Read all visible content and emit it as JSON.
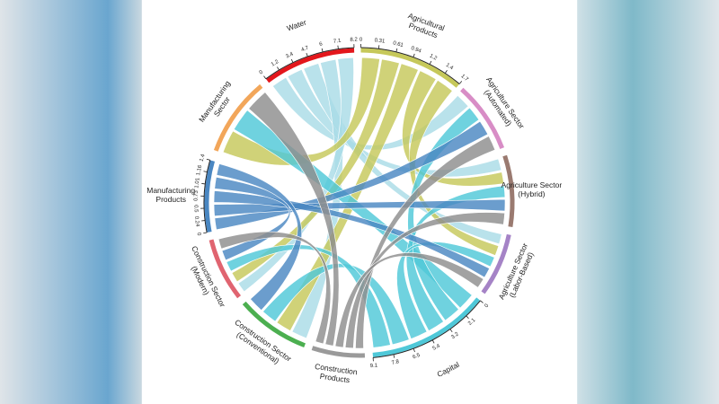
{
  "chart_data": {
    "type": "chord",
    "segments": [
      {
        "name": "Water",
        "label": [
          "Water"
        ],
        "color": "#e3171c",
        "ribbon": "#a9dce6",
        "start": 323,
        "end": 358,
        "ticks": [
          "0",
          "1.2",
          "3.4",
          "4.7",
          "6",
          "7.1",
          "8.2"
        ]
      },
      {
        "name": "Agricultural Products",
        "label": [
          "Agricultural",
          "Products"
        ],
        "color": "#c6c85a",
        "ribbon": "#c6c85a",
        "start": 0.5,
        "end": 40,
        "ticks": [
          "0",
          "0.31",
          "0.61",
          "0.94",
          "1.2",
          "1.4",
          "1.7"
        ]
      },
      {
        "name": "Agriculture Sector (Automated)",
        "label": [
          "Agriculture Sector",
          "(Automated)"
        ],
        "color": "#d88dc6",
        "start": 42,
        "end": 69,
        "ticks": []
      },
      {
        "name": "Agriculture Sector (Hybrid)",
        "label": [
          "Agriculture Sector",
          "(Hybrid)"
        ],
        "color": "#9a7a70",
        "start": 72,
        "end": 99,
        "ticks": []
      },
      {
        "name": "Agriculture Sector (Labor-Based)",
        "label": [
          "Agriculture Sector",
          "(Labor-Based)"
        ],
        "color": "#a583c6",
        "start": 102,
        "end": 126,
        "ticks": []
      },
      {
        "name": "Capital",
        "label": [
          "Capital"
        ],
        "color": "#4fc8d8",
        "ribbon": "#4fc8d8",
        "start": 129,
        "end": 175,
        "ticks": [
          "0",
          "2.1",
          "3.2",
          "5.4",
          "6.5",
          "7.8",
          "9.1"
        ]
      },
      {
        "name": "Construction Products",
        "label": [
          "Construction",
          "Products"
        ],
        "color": "#9a9a9a",
        "ribbon": "#8e8e8e",
        "start": 178,
        "end": 198,
        "ticks": []
      },
      {
        "name": "Construction Sector (Conventional)",
        "label": [
          "Construction Sector",
          "(Conventional)"
        ],
        "color": "#4caf50",
        "start": 201,
        "end": 229,
        "ticks": []
      },
      {
        "name": "Construction Sector (Modern)",
        "label": [
          "Construction Sector",
          "(Modern)"
        ],
        "color": "#e06470",
        "start": 232,
        "end": 256,
        "ticks": []
      },
      {
        "name": "Manufacturing Products",
        "label": [
          "Manufacturing",
          "Products"
        ],
        "color": "#4a87c2",
        "ribbon": "#4a87c2",
        "start": 259,
        "end": 286,
        "ticks": [
          "0",
          "0.24",
          "0.5",
          "0.73",
          "1.01",
          "1.16",
          "1.4"
        ]
      },
      {
        "name": "Manufacturing Sector",
        "label": [
          "Manufacturing",
          "Sector"
        ],
        "color": "#f2a65a",
        "start": 290,
        "end": 320,
        "ticks": []
      }
    ],
    "flows": [
      [
        "Water",
        "Agriculture Sector (Automated)"
      ],
      [
        "Water",
        "Agriculture Sector (Hybrid)"
      ],
      [
        "Water",
        "Agriculture Sector (Labor-Based)"
      ],
      [
        "Water",
        "Construction Sector (Conventional)"
      ],
      [
        "Water",
        "Construction Sector (Modern)"
      ],
      [
        "Agricultural Products",
        "Manufacturing Sector"
      ],
      [
        "Agricultural Products",
        "Construction Sector (Modern)"
      ],
      [
        "Agricultural Products",
        "Construction Sector (Conventional)"
      ],
      [
        "Agricultural Products",
        "Agriculture Sector (Hybrid)"
      ],
      [
        "Agricultural Products",
        "Agriculture Sector (Labor-Based)"
      ],
      [
        "Capital",
        "Manufacturing Sector"
      ],
      [
        "Capital",
        "Agriculture Sector (Automated)"
      ],
      [
        "Capital",
        "Agriculture Sector (Hybrid)"
      ],
      [
        "Capital",
        "Agriculture Sector (Labor-Based)"
      ],
      [
        "Capital",
        "Construction Sector (Conventional)"
      ],
      [
        "Capital",
        "Construction Sector (Modern)"
      ],
      [
        "Manufacturing Products",
        "Agriculture Sector (Automated)"
      ],
      [
        "Manufacturing Products",
        "Agriculture Sector (Hybrid)"
      ],
      [
        "Manufacturing Products",
        "Agriculture Sector (Labor-Based)"
      ],
      [
        "Manufacturing Products",
        "Construction Sector (Modern)"
      ],
      [
        "Manufacturing Products",
        "Construction Sector (Conventional)"
      ],
      [
        "Construction Products",
        "Agriculture Sector (Automated)"
      ],
      [
        "Construction Products",
        "Agriculture Sector (Hybrid)"
      ],
      [
        "Construction Products",
        "Agriculture Sector (Labor-Based)"
      ],
      [
        "Construction Products",
        "Manufacturing Sector"
      ],
      [
        "Construction Products",
        "Construction Sector (Modern)"
      ]
    ]
  }
}
